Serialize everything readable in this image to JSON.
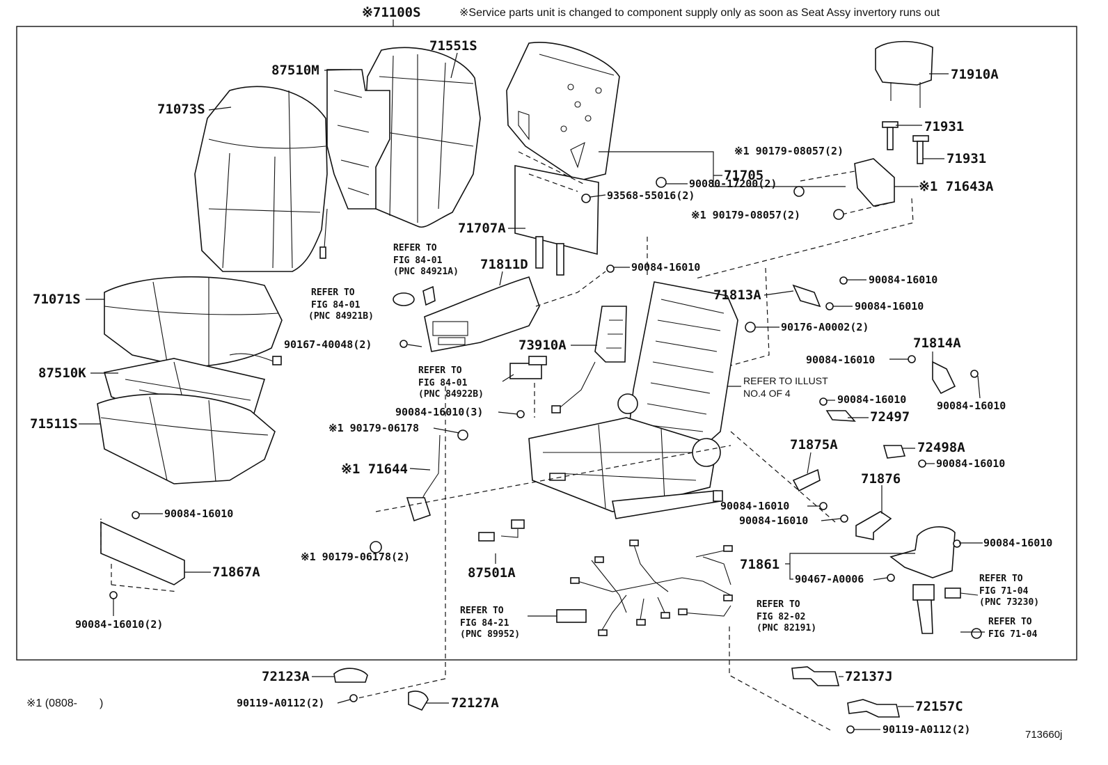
{
  "header": {
    "assembly": "※71100S",
    "note": "※Service parts unit is changed to component supply only as soon as Seat Assy invertory runs out"
  },
  "labels": {
    "p71551S": "71551S",
    "p87510M": "87510M",
    "p71073S": "71073S",
    "p71071S": "71071S",
    "p87510K": "87510K",
    "p71511S": "71511S",
    "p90084_seat": "90084-16010",
    "p71867A": "71867A",
    "p90084_seat2": "90084-16010(2)",
    "p71705": "71705",
    "p93568": "93568-55016(2)",
    "p71707A": "71707A",
    "ref84_01a": [
      "REFER TO",
      "FIG 84-01",
      "(PNC 84921A)"
    ],
    "p71811D": "71811D",
    "ref84_01b": [
      "REFER TO",
      "FIG 84-01",
      "(PNC 84921B)"
    ],
    "p90167": "90167-40048(2)",
    "ref84_01c": [
      "REFER TO",
      "FIG 84-01",
      "(PNC 84922B)"
    ],
    "p90084_3": "90084-16010(3)",
    "p90179_06178": "※1 90179-06178",
    "p71644": "※1 71644",
    "p90179_06178_2": "※1 90179-06178(2)",
    "p87501A": "87501A",
    "ref84_21": [
      "REFER TO",
      "FIG 84-21",
      "(PNC 89952)"
    ],
    "ref82_02": [
      "REFER TO",
      "FIG 82-02",
      "(PNC 82191)"
    ],
    "p71861": "71861",
    "p90467": "90467-A0006",
    "ref71_04a": [
      "REFER TO",
      "FIG 71-04",
      "(PNC 73230)"
    ],
    "ref71_04b": [
      "REFER TO",
      "FIG 71-04"
    ],
    "p90084_sb": "90084-16010",
    "p71910A": "71910A",
    "p71931a": "71931",
    "p71931b": "71931",
    "p90179_08057a": "※1 90179-08057(2)",
    "p71643A": "※1 71643A",
    "p90179_08057b": "※1 90179-08057(2)",
    "p90080": "90080-17200(2)",
    "p90084_a": "90084-16010",
    "p90084_b": "90084-16010",
    "p71813A": "71813A",
    "p90084_c": "90084-16010",
    "p90176": "90176-A0002(2)",
    "p73910A": "73910A",
    "refIllust": [
      "REFER TO ILLUST",
      "NO.4 OF 4"
    ],
    "p71814A": "71814A",
    "p90084_d": "90084-16010",
    "p90084_e": "90084-16010",
    "p90084_f": "90084-16010",
    "p72497": "72497",
    "p71875A": "71875A",
    "p72498A": "72498A",
    "p90084_g": "90084-16010",
    "p71876": "71876",
    "p90084_h": "90084-16010",
    "p90084_i": "90084-16010",
    "p72123A": "72123A",
    "p90119a": "90119-A0112(2)",
    "p72127A": "72127A",
    "p72137J": "72137J",
    "p72157C": "72157C",
    "p90119b": "90119-A0112(2)"
  },
  "footnote": "※1 (0808-　　)",
  "figure_id": "713660j"
}
